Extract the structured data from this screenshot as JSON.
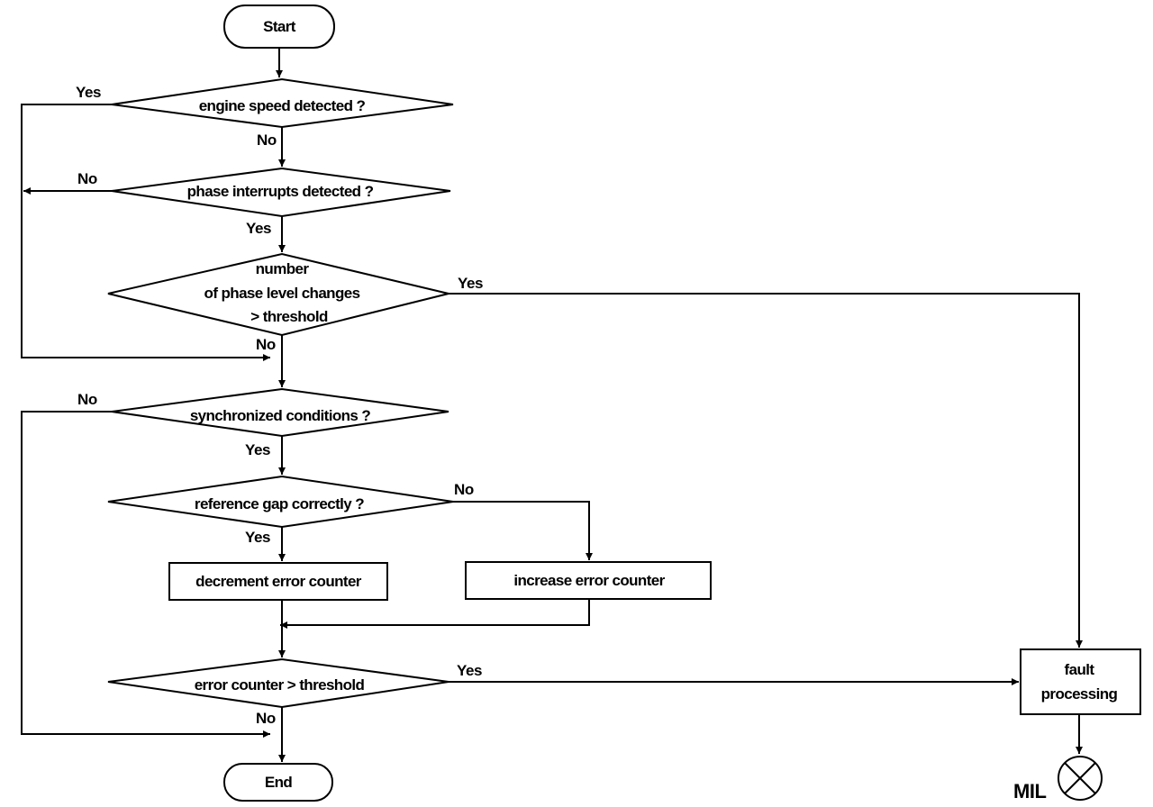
{
  "nodes": {
    "start": "Start",
    "engine_speed": "engine speed detected ?",
    "phase_interrupts": "phase interrupts detected ?",
    "phase_level": [
      "number",
      "of phase level changes",
      "> threshold"
    ],
    "synchronized": "synchronized conditions ?",
    "reference_gap": "reference gap correctly ?",
    "decrement": "decrement error counter",
    "increase": "increase error counter",
    "error_threshold": "error counter > threshold",
    "fault": [
      "fault",
      "processing"
    ],
    "end": "End",
    "mil": "MIL"
  },
  "labels": {
    "engine_yes": "Yes",
    "engine_no": "No",
    "phase_no": "No",
    "phase_yes": "Yes",
    "level_yes": "Yes",
    "level_no": "No",
    "sync_no": "No",
    "sync_yes": "Yes",
    "gap_no": "No",
    "gap_yes": "Yes",
    "err_yes": "Yes",
    "err_no": "No"
  }
}
